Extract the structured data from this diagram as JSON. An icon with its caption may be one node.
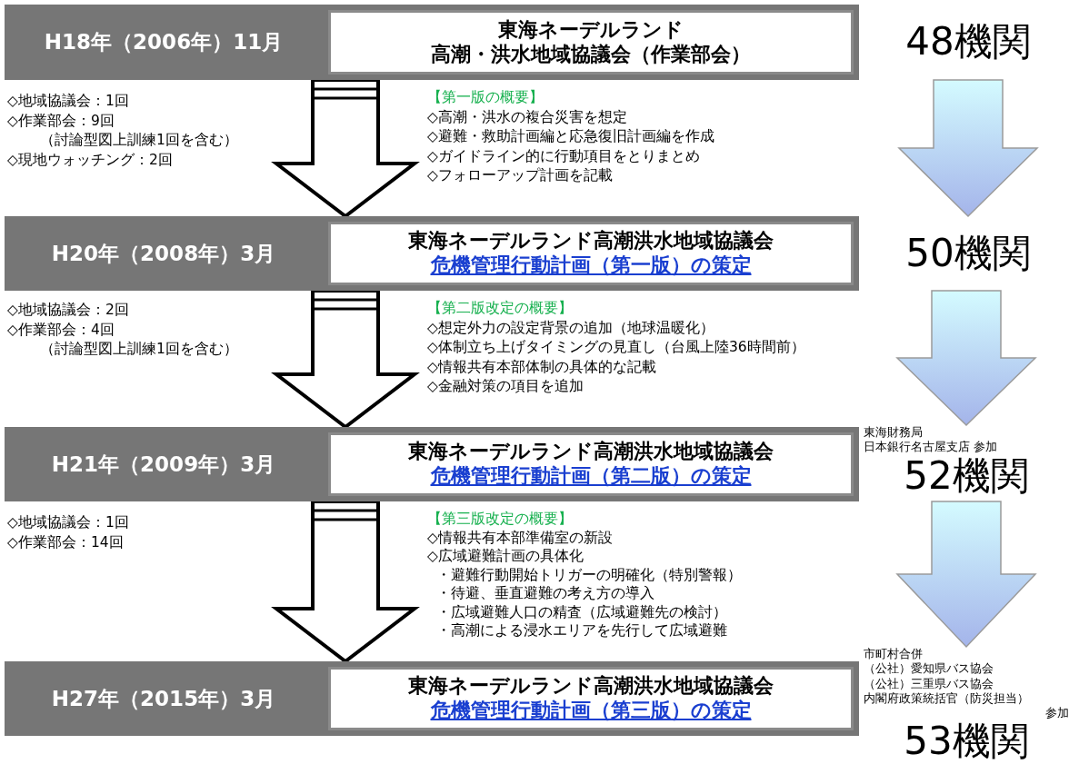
{
  "diagram": {
    "nodes": [
      {
        "text": [
          "H18年（2006年）11月"
        ]
      },
      {
        "text": [
          "東海ネーデルランド",
          "高潮・洪水地域協議会（作業部会）"
        ],
        "in": 0
      },
      {
        "text": [
          "H20年（2008年）3月"
        ]
      },
      {
        "text": [
          "東海ネーデルランド高潮洪水地域協議会",
          "危機管理行動計画（第一版）の策定"
        ],
        "in": 2
      },
      {
        "text": [
          "H21年（2009年）3月"
        ]
      },
      {
        "text": [
          "東海ネーデルランド高潮洪水地域協議会",
          "危機管理行動計画（第二版）の策定"
        ],
        "in": 4
      },
      {
        "text": [
          "H27年（2015年）3月"
        ]
      },
      {
        "text": [
          "東海ネーデルランド高潮洪水地域協議会",
          "危機管理行動計画（第三版）の策定"
        ],
        "in": 6
      },
      {
        "text": [
          "48機関"
        ]
      },
      {
        "text": [
          "50機関"
        ]
      },
      {
        "text": [
          "52機関"
        ],
        "beside": [
          "東海財務局",
          "日本銀行名古屋支店 参加"
        ]
      },
      {
        "text": [
          "53機関"
        ],
        "beside": [
          "市町村合併",
          "（公社）愛知県バス協会",
          "（公社）三重県バス協会",
          "内閣府政策統括官（防災担当）",
          "参加"
        ]
      }
    ],
    "edges": [
      {
        "from": 0,
        "to": 2,
        "arrow": "to"
      },
      {
        "from": 2,
        "to": 4,
        "arrow": "to"
      },
      {
        "from": 4,
        "to": 6,
        "arrow": "to"
      },
      {
        "from": 8,
        "to": 9,
        "arrow": "to",
        "color": "#a4b4ea"
      },
      {
        "from": 9,
        "to": 10,
        "arrow": "to",
        "color": "#a4b4ea"
      },
      {
        "from": 10,
        "to": 11,
        "arrow": "to",
        "color": "#a4b4ea"
      }
    ],
    "labels": [
      "◇地域協議会：1回",
      "◇作業部会：9回",
      "（討論型図上訓練1回を含む）",
      "◇現地ウォッチング：2回",
      "【第一版の概要】",
      "◇高潮・洪水の複合災害を想定",
      "◇避難・救助計画編と応急復旧計画編を作成",
      "◇ガイドライン的に行動項目をとりまとめ",
      "◇フォローアップ計画を記載",
      "◇地域協議会：2回",
      "◇作業部会：4回",
      "（討論型図上訓練1回を含む）",
      "【第二版改定の概要】",
      "◇想定外力の設定背景の追加（地球温暖化）",
      "◇体制立ち上げタイミングの見直し（台風上陸36時間前）",
      "◇情報共有本部体制の具体的な記載",
      "◇金融対策の項目を追加",
      "◇地域協議会：1回",
      "◇作業部会：14回",
      "【第三版改定の概要】",
      "◇情報共有本部準備室の新設",
      "◇広域避難計画の具体化",
      "・避難行動開始トリガーの明確化（特別警報）",
      "・待避、垂直避難の考え方の導入",
      "・広域避難人口の精査（広域避難先の検討）",
      "・高潮による浸水エリアを先行して広域避難"
    ]
  }
}
